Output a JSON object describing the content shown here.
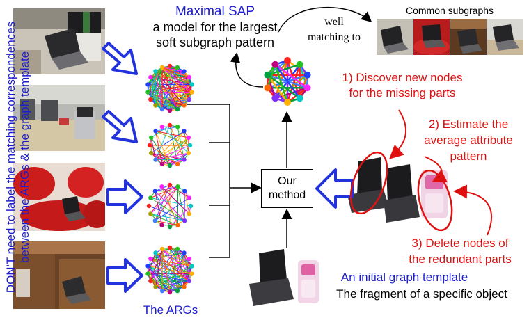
{
  "vertical_note": {
    "line1": "DON'T need to label the matching correspondences",
    "line2": "between the ARGs & the graph template"
  },
  "maximal_sap": {
    "title": "Maximal SAP",
    "line1": "a model for the largest",
    "line2": "soft subgraph pattern"
  },
  "well_matching": {
    "line1": "well",
    "line2": "matching to"
  },
  "common_subgraphs": {
    "label": "Common subgraphs"
  },
  "method": {
    "line1": "Our",
    "line2": "method"
  },
  "args": {
    "label": "The ARGs"
  },
  "steps": {
    "discover": {
      "line1": "1) Discover new nodes",
      "line2": "for the missing parts"
    },
    "estimate": {
      "line1": "2) Estimate the",
      "line2": "average attribute",
      "line3": "pattern"
    },
    "delete": {
      "line1": "3) Delete nodes of",
      "line2": "the redundant parts"
    }
  },
  "template": {
    "title": "An initial graph template",
    "subtitle": "The fragment of a specific object"
  },
  "colors": {
    "blue_text": "#1c1cd0",
    "red_text": "#e01010",
    "arrow_blue": "#2233dd",
    "ellipse_red": "#e01010"
  },
  "icons": {
    "input_arrows": "hollow-blue-arrow",
    "graph": "colored-node-graph"
  }
}
